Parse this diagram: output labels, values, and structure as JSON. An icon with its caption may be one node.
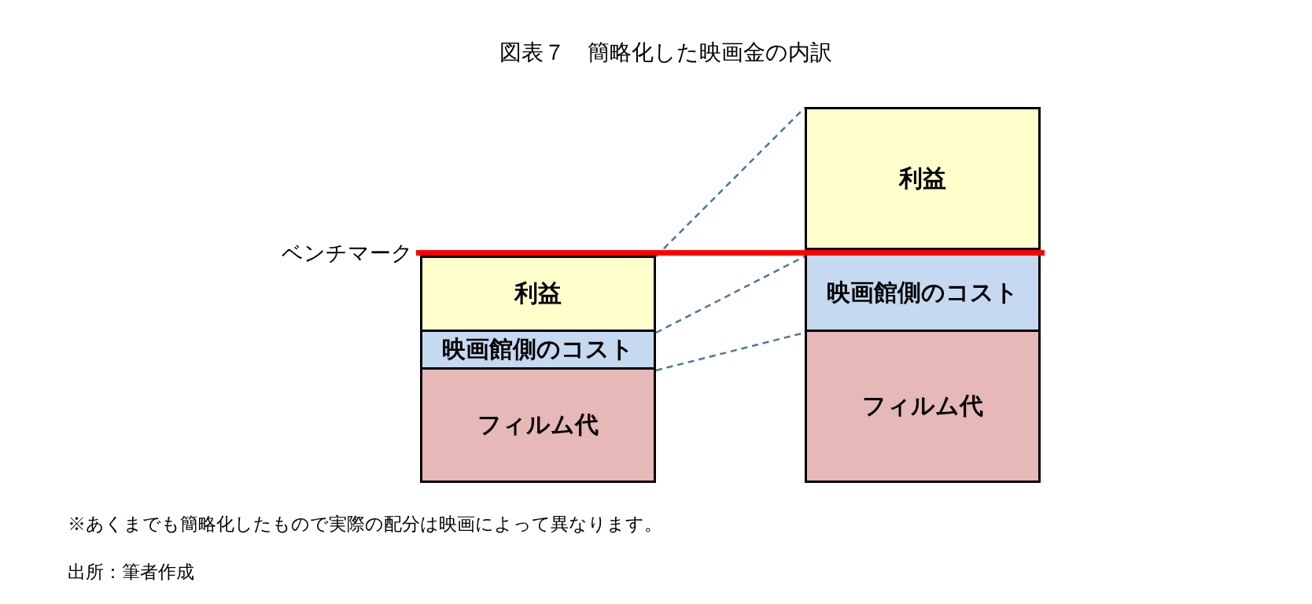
{
  "diagram": {
    "title": "図表７　簡略化した映画金の内訳",
    "nodes": [
      {
        "text": [
          "利益"
        ]
      },
      {
        "text": [
          "映画館側のコスト"
        ]
      },
      {
        "text": [
          "フィルム代"
        ]
      },
      {
        "text": [
          "利益"
        ]
      },
      {
        "text": [
          "映画館側のコスト"
        ]
      },
      {
        "text": [
          "フィルム代"
        ]
      },
      {
        "text": [],
        "shape": "bar",
        "beside": [
          "ベンチマーク"
        ]
      }
    ],
    "edges": [
      {
        "from": 0,
        "to": 3,
        "arrow": "none",
        "style": "dashed"
      },
      {
        "from": 1,
        "to": 4,
        "arrow": "none",
        "style": "dashed"
      },
      {
        "from": 2,
        "to": 5,
        "arrow": "none",
        "style": "dashed"
      }
    ],
    "labels": [
      "※あくまでも簡略化したもので実際の配分は映画によって異なります。",
      "出所：筆者作成"
    ]
  }
}
